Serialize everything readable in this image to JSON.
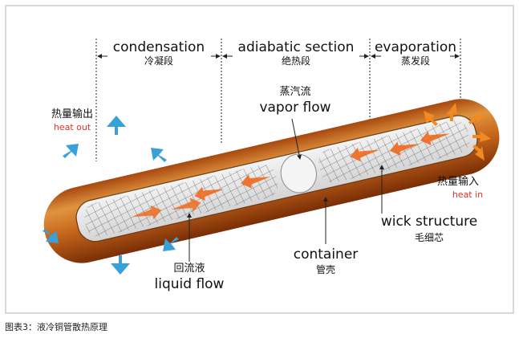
{
  "sections": {
    "condensation_en": "condensation",
    "condensation_zh": "冷凝段",
    "adiabatic_en": "adiabatic section",
    "adiabatic_zh": "绝热段",
    "evaporation_en": "evaporation",
    "evaporation_zh": "蒸发段"
  },
  "labels": {
    "heat_out_zh": "热量输出",
    "heat_out_en": "heat out",
    "heat_in_zh": "热量输入",
    "heat_in_en": "heat in",
    "vapor_flow_zh": "蒸汽流",
    "vapor_flow_en": "vapor flow",
    "wick_en": "wick structure",
    "wick_zh": "毛细芯",
    "container_en": "container",
    "container_zh": "管壳",
    "liquid_flow_zh": "回流液",
    "liquid_flow_en": "liquid flow"
  },
  "caption": "图表3：液冷铜管散热原理",
  "colors": {
    "pipe": "#c7671c",
    "pipe_highlight": "#f0b26a",
    "heat_out_arrow": "#3aa0d8",
    "heat_in_arrow": "#f28a22",
    "heat_label_red": "#d9342b",
    "flow_arrow": "#f06a1e"
  }
}
